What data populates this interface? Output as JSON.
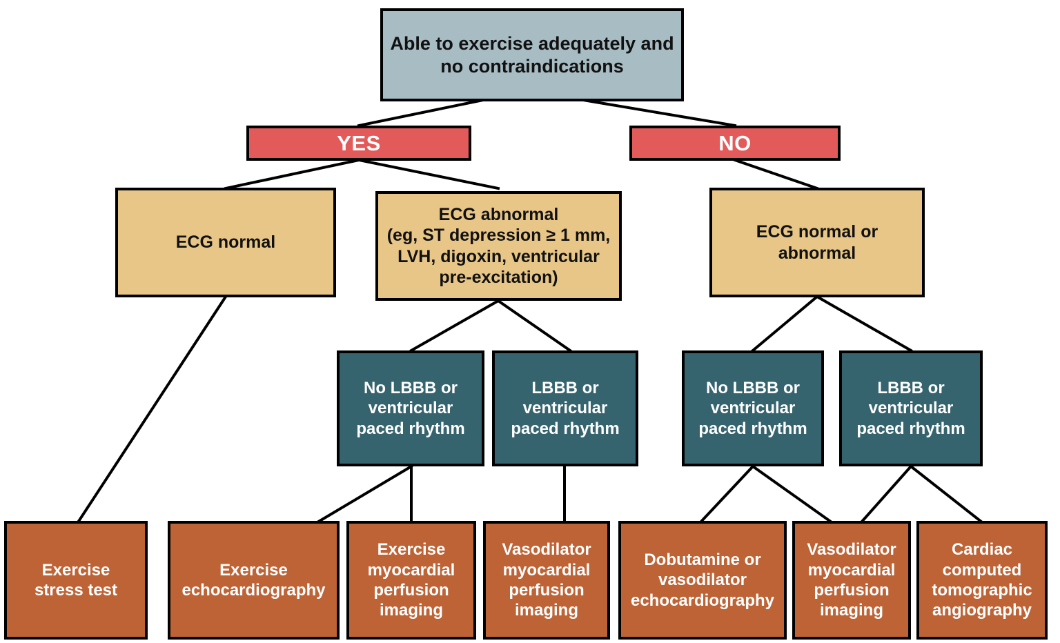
{
  "diagram": {
    "title": "Cardiac stress testing selection flowchart",
    "colors": {
      "root_fill": "#a8bcc4",
      "decision_fill": "#e35a5a",
      "ecg_fill": "#e8c687",
      "rhythm_fill": "#35646e",
      "test_fill": "#bd6336",
      "border": "#000000",
      "background": "#ffffff"
    },
    "nodes": {
      "root": "Able to exercise adequately and\nno contraindications",
      "yes": "YES",
      "no": "NO",
      "ecg_normal": "ECG normal",
      "ecg_abnormal": "ECG abnormal\n(eg, ST depression ≥ 1 mm,\nLVH, digoxin, ventricular\npre-excitation)",
      "ecg_normal_or_abnormal": "ECG normal or\nabnormal",
      "rhythm_no_lbbb_left": "No LBBB or\nventricular\npaced rhythm",
      "rhythm_lbbb_left": "LBBB or\nventricular\npaced rhythm",
      "rhythm_no_lbbb_right": "No LBBB or\nventricular\npaced rhythm",
      "rhythm_lbbb_right": "LBBB or\nventricular\npaced rhythm",
      "test_exercise_stress": "Exercise\nstress test",
      "test_exercise_echo": "Exercise\nechocardiography",
      "test_exercise_mpi": "Exercise\nmyocardial\nperfusion\nimaging",
      "test_vasodilator_mpi_left": "Vasodilator\nmyocardial\nperfusion\nimaging",
      "test_dobutamine_echo": "Dobutamine or\nvasodilator\nechocardiography",
      "test_vasodilator_mpi_right": "Vasodilator\nmyocardial\nperfusion\nimaging",
      "test_cardiac_cta": "Cardiac\ncomputed\ntomographic\nangiography"
    },
    "edges": [
      {
        "from": "root",
        "to": "yes"
      },
      {
        "from": "root",
        "to": "no"
      },
      {
        "from": "yes",
        "to": "ecg_normal"
      },
      {
        "from": "yes",
        "to": "ecg_abnormal"
      },
      {
        "from": "no",
        "to": "ecg_normal_or_abnormal"
      },
      {
        "from": "ecg_abnormal",
        "to": "rhythm_no_lbbb_left"
      },
      {
        "from": "ecg_abnormal",
        "to": "rhythm_lbbb_left"
      },
      {
        "from": "ecg_normal_or_abnormal",
        "to": "rhythm_no_lbbb_right"
      },
      {
        "from": "ecg_normal_or_abnormal",
        "to": "rhythm_lbbb_right"
      },
      {
        "from": "ecg_normal",
        "to": "test_exercise_stress"
      },
      {
        "from": "rhythm_no_lbbb_left",
        "to": "test_exercise_echo"
      },
      {
        "from": "rhythm_no_lbbb_left",
        "to": "test_exercise_mpi"
      },
      {
        "from": "rhythm_lbbb_left",
        "to": "test_vasodilator_mpi_left"
      },
      {
        "from": "rhythm_no_lbbb_right",
        "to": "test_dobutamine_echo"
      },
      {
        "from": "rhythm_no_lbbb_right",
        "to": "test_vasodilator_mpi_right"
      },
      {
        "from": "rhythm_lbbb_right",
        "to": "test_vasodilator_mpi_right"
      },
      {
        "from": "rhythm_lbbb_right",
        "to": "test_cardiac_cta"
      }
    ]
  }
}
